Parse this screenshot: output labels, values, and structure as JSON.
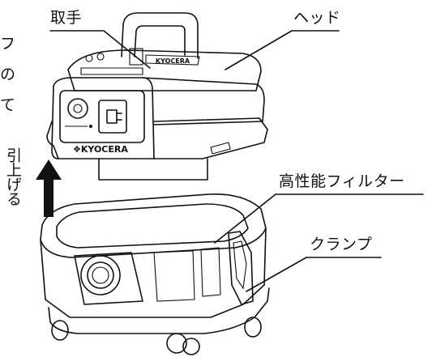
{
  "labels": {
    "handle": "取手",
    "head": "ヘッド",
    "filter": "高性能フィルター",
    "clamp": "クランプ",
    "lift": "引上げる"
  },
  "edge_text": [
    "フ",
    "の",
    "て"
  ],
  "device": {
    "brand": "KYOCERA",
    "icons": [
      "power-plug-icon",
      "dial-knob-icon"
    ]
  },
  "colors": {
    "ink": "#111111",
    "paper": "#ffffff",
    "shade": "#d9d9d9"
  }
}
